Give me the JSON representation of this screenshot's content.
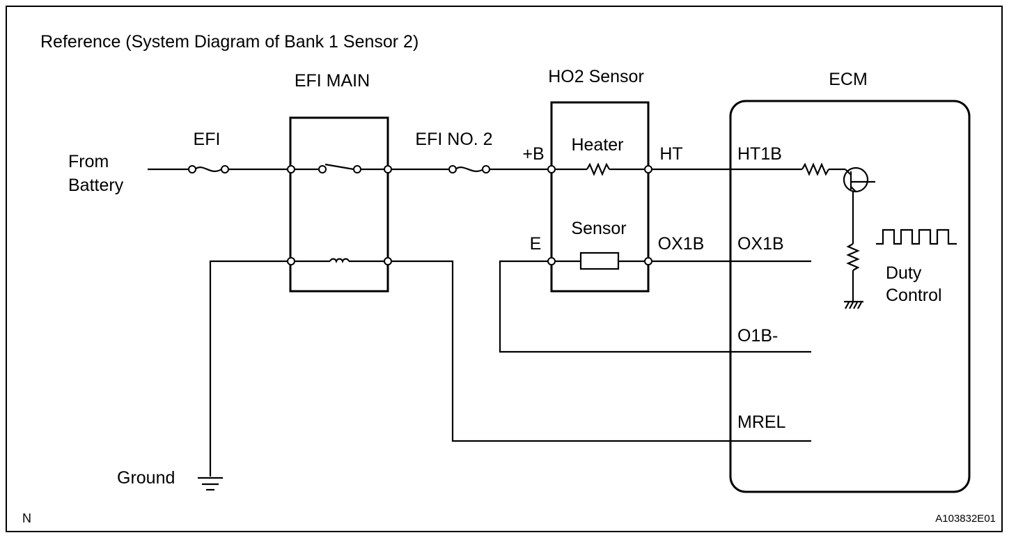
{
  "title": "Reference (System Diagram of Bank 1 Sensor 2)",
  "components": {
    "efi_main": "EFI MAIN",
    "ho2_sensor": "HO2 Sensor",
    "ecm": "ECM",
    "efi_fuse": "EFI",
    "efi_no2_fuse": "EFI NO. 2",
    "heater": "Heater",
    "sensor": "Sensor"
  },
  "labels": {
    "from": "From",
    "battery": "Battery",
    "ground": "Ground",
    "plus_b": "+B",
    "e": "E",
    "ht": "HT",
    "ox1b_sensor": "OX1B",
    "duty": "Duty",
    "control": "Control"
  },
  "ecm_pins": {
    "ht1b": "HT1B",
    "ox1b": "OX1B",
    "o1b_minus": "O1B-",
    "mrel": "MREL"
  },
  "footer": {
    "corner_mark": "N",
    "figure_id": "A103832E01"
  }
}
